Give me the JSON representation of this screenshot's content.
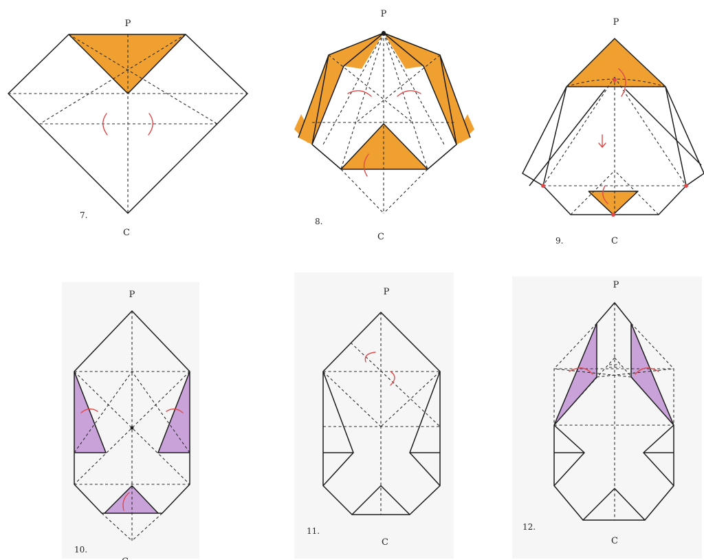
{
  "colors": {
    "orange": "#f0a030",
    "purple": "#c9a2da",
    "line": "#1a1a1a",
    "arrow": "#e04848",
    "panel_background": "#f6f6f6"
  },
  "steps": [
    {
      "number": "7.",
      "top_label": "P",
      "bottom_label": "C",
      "accent": "orange"
    },
    {
      "number": "8.",
      "top_label": "P",
      "bottom_label": "C",
      "accent": "orange"
    },
    {
      "number": "9.",
      "top_label": "P",
      "bottom_label": "C",
      "accent": "orange"
    },
    {
      "number": "10.",
      "top_label": "P",
      "bottom_label": "C",
      "accent": "purple"
    },
    {
      "number": "11.",
      "top_label": "P",
      "bottom_label": "C",
      "accent": "none"
    },
    {
      "number": "12.",
      "top_label": "P",
      "bottom_label": "C",
      "accent": "purple"
    }
  ]
}
